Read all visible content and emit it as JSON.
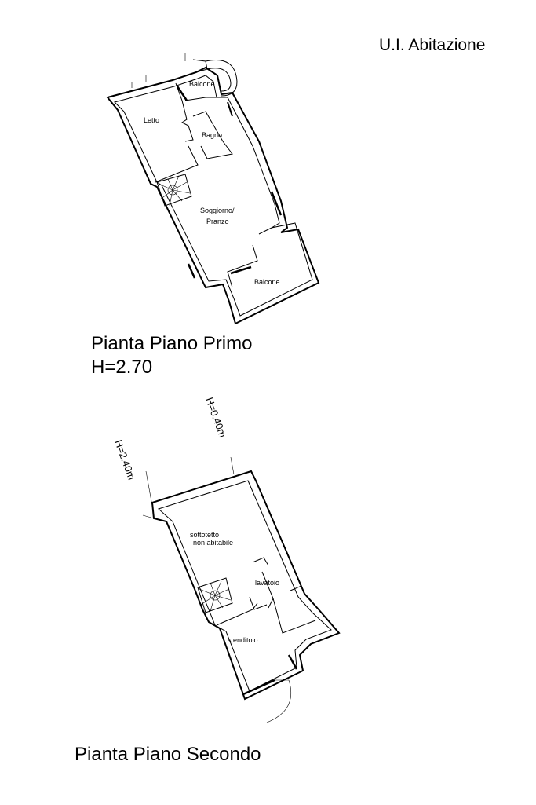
{
  "header": {
    "title": "U.I. Abitazione"
  },
  "plan1": {
    "title": "Pianta Piano Primo",
    "height": "H=2.70",
    "rooms": {
      "balcone_top": "Balcone",
      "letto": "Letto",
      "bagno": "Bagno",
      "soggiorno_line1": "Soggiorno/",
      "soggiorno_line2": "Pranzo",
      "balcone_bottom": "Balcone"
    }
  },
  "plan2": {
    "title": "Pianta Piano Secondo",
    "dimensions": {
      "left": "H=2.40m",
      "right": "H=0.40m"
    },
    "rooms": {
      "sottotetto_line1": "sottotetto",
      "sottotetto_line2": "non abitabile",
      "lavatoio": "lavatoio",
      "stenditoio": "stenditoio"
    }
  }
}
